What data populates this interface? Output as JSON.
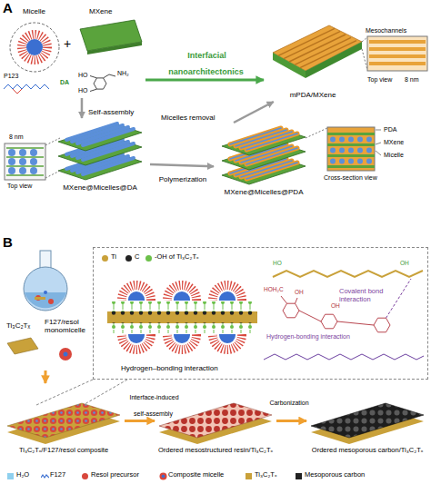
{
  "diagram": {
    "nodes": [
      {
        "text": [
          "Micelle",
          "MXene"
        ]
      },
      {
        "text": [
          "mPDA/MXene"
        ]
      },
      {
        "text": [
          "MXene@Micelles@DA"
        ]
      },
      {
        "text": [
          "MXene@Micelles@PDA"
        ]
      },
      {
        "text": [
          "Ti₃C₂Tₓ",
          "F127/resol monomicelle"
        ]
      },
      {
        "text": [
          "Covalent bond interaction",
          "Hydrogen-bonding interaction",
          "Hydrogen–bonding interaction"
        ]
      },
      {
        "text": [
          "Ti₃C₂Tₓ/F127/resol composite"
        ]
      },
      {
        "text": [
          "Ordered mesostructured resin/Ti₃C₂Tₓ"
        ]
      },
      {
        "text": [
          "Ordered mesoporous carbon/Ti₃C₂Tₓ"
        ]
      }
    ],
    "edges": [
      {
        "from": 0,
        "to": 2,
        "arrow": "to",
        "label": "Self-assembly"
      },
      {
        "from": 0,
        "to": 1,
        "arrow": "to",
        "label": "Interfacial nanoarchitectonics"
      },
      {
        "from": 2,
        "to": 3,
        "arrow": "to",
        "label": "Polymerization"
      },
      {
        "from": 3,
        "to": 1,
        "arrow": "to",
        "label": "Micelles removal"
      },
      {
        "from": 4,
        "to": 6,
        "arrow": "to"
      },
      {
        "from": 6,
        "to": 7,
        "arrow": "to",
        "label": "Interface-induced self-assembly"
      },
      {
        "from": 7,
        "to": 8,
        "arrow": "to",
        "label": "Carbonization"
      }
    ],
    "labels": [
      "A",
      "+",
      "P123",
      "DA",
      "HO",
      "HO",
      "NH₂",
      "Mesochannels",
      "Top view",
      "8 nm",
      "8 nm",
      "Top view",
      "PDA",
      "MXene",
      "Micelle",
      "Cross-section view",
      "B",
      "HO",
      "OH",
      "HOH₂C",
      "OH",
      "OH"
    ],
    "legend": [
      {
        "text": "Ti",
        "color": "#c9a13a"
      },
      {
        "text": "C",
        "color": "#222222"
      },
      {
        "text": "-OH of Ti₃C₂Tₓ",
        "color": "#6cc04a"
      },
      {
        "text": "H₂O",
        "color": "#8fd0ee"
      },
      {
        "text": "F127"
      },
      {
        "text": "Resol precursor",
        "color": "#d8473c"
      },
      {
        "text": "Composite micelle"
      },
      {
        "text": "Ti₃C₂Tₓ",
        "color": "#c9a13a"
      },
      {
        "text": "Mesoporous carbon",
        "color": "#222222"
      }
    ]
  }
}
